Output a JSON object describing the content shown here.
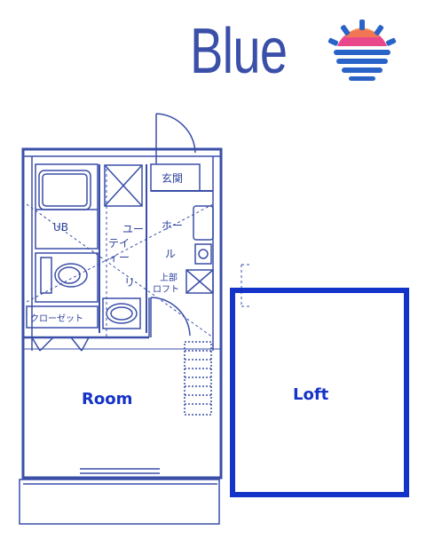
{
  "brand": {
    "name": "Blue",
    "colors": {
      "primary": "#1433c8",
      "line": "#3a4fa8",
      "sun_pink": "#e8478c",
      "sun_orange": "#f58a3c"
    }
  },
  "rooms": {
    "entrance": "玄関",
    "unit_bath": "UB",
    "utility_top": "ユー",
    "utility_mid1": "テイ",
    "utility_mid2": "ィー",
    "utility_bottom": "リ",
    "hall_top": "ホー",
    "hall_bottom": "ル",
    "upper_loft_top": "上部",
    "upper_loft_bottom": "ロフト",
    "closet": "クローゼット",
    "room": "Room",
    "loft": "Loft"
  }
}
